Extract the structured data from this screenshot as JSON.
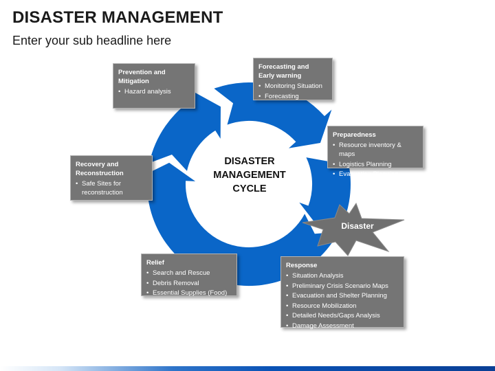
{
  "slide": {
    "title": "DISASTER MANAGEMENT",
    "subtitle": "Enter your sub headline here"
  },
  "cycle": {
    "center_lines": [
      "DISASTER",
      "MANAGEMENT",
      "CYCLE"
    ],
    "colors": {
      "ring": "#0a66c8",
      "box": "#757575",
      "burst": "#6f6f6f"
    }
  },
  "boxes": {
    "prevention": {
      "heading_lines": [
        "Prevention and",
        "Mitigation"
      ],
      "items": [
        "Hazard analysis"
      ]
    },
    "forecasting": {
      "heading_lines": [
        "Forecasting and",
        "Early warning"
      ],
      "items": [
        "Monitoring Situation",
        "Forecasting"
      ]
    },
    "preparedness": {
      "heading_lines": [
        "Preparedness"
      ],
      "items": [
        "Resource inventory & maps",
        "Logistics Planning",
        "Evacuation Planning"
      ]
    },
    "recovery": {
      "heading_lines": [
        "Recovery and",
        "Reconstruction"
      ],
      "items": [
        "Safe Sites for reconstruction"
      ]
    },
    "relief": {
      "heading_lines": [
        "Relief"
      ],
      "items": [
        "Search and Rescue",
        "Debris Removal",
        "Essential Supplies (Food)"
      ]
    },
    "response": {
      "heading_lines": [
        "Response"
      ],
      "items": [
        "Situation Analysis",
        "Preliminary Crisis Scenario Maps",
        "Evacuation and Shelter Planning",
        "Resource Mobilization",
        "Detailed Needs/Gaps Analysis",
        "Damage Assessment"
      ]
    }
  },
  "disaster_label": "Disaster"
}
